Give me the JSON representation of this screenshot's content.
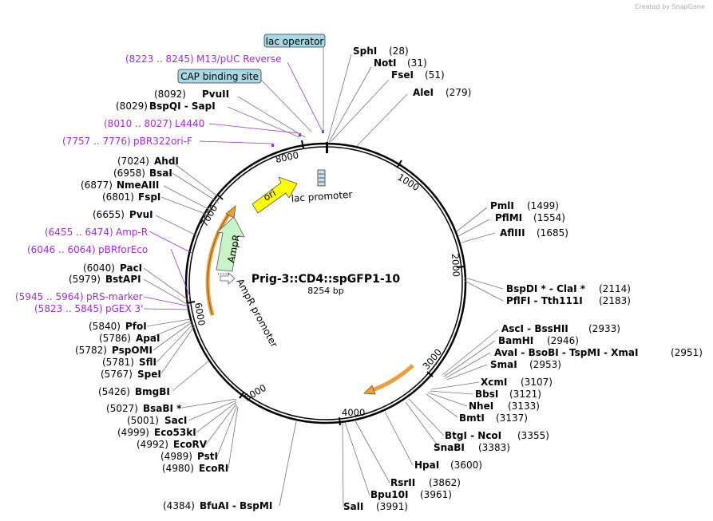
{
  "watermark": "Created by SnapGene",
  "plasmid": {
    "name": "Prig-3::CD4::spGFP1-10",
    "size": "8254 bp"
  },
  "ticks": [
    "1000",
    "2000",
    "3000",
    "4000",
    "5000",
    "6000",
    "7000",
    "8000"
  ],
  "enzymes_right": [
    {
      "name": "SphI",
      "pos": "(28)"
    },
    {
      "name": "NotI",
      "pos": "(31)"
    },
    {
      "name": "FseI",
      "pos": "(51)"
    },
    {
      "name": "AleI",
      "pos": "(279)"
    },
    {
      "name": "PmlI",
      "pos": "(1499)"
    },
    {
      "name": "PflMI",
      "pos": "(1554)"
    },
    {
      "name": "AflIII",
      "pos": "(1685)"
    },
    {
      "name": "BspDI * - ClaI *",
      "pos": "(2114)"
    },
    {
      "name": "PflFI - Tth111I",
      "pos": "(2183)"
    },
    {
      "name": "AscI - BssHII",
      "pos": "(2933)"
    },
    {
      "name": "BamHI",
      "pos": "(2946)"
    },
    {
      "name": "AvaI - BsoBI - TspMI - XmaI",
      "pos": "(2951)"
    },
    {
      "name": "SmaI",
      "pos": "(2953)"
    },
    {
      "name": "XcmI",
      "pos": "(3107)"
    },
    {
      "name": "BbsI",
      "pos": "(3121)"
    },
    {
      "name": "NheI",
      "pos": "(3133)"
    },
    {
      "name": "BmtI",
      "pos": "(3137)"
    },
    {
      "name": "BtgI - NcoI",
      "pos": "(3355)"
    },
    {
      "name": "SnaBI",
      "pos": "(3383)"
    },
    {
      "name": "HpaI",
      "pos": "(3600)"
    },
    {
      "name": "RsrII",
      "pos": "(3862)"
    },
    {
      "name": "Bpu10I",
      "pos": "(3961)"
    },
    {
      "name": "SalI",
      "pos": "(3991)"
    }
  ],
  "enzymes_left": [
    {
      "name": "PvuII",
      "pos": "(8092)"
    },
    {
      "name": "BspQI - SapI",
      "pos": "(8029)"
    },
    {
      "name": "AhdI",
      "pos": "(7024)"
    },
    {
      "name": "BsaI",
      "pos": "(6958)"
    },
    {
      "name": "NmeAIII",
      "pos": "(6877)"
    },
    {
      "name": "FspI",
      "pos": "(6801)"
    },
    {
      "name": "PvuI",
      "pos": "(6655)"
    },
    {
      "name": "PacI",
      "pos": "(6040)"
    },
    {
      "name": "BstAPI",
      "pos": "(5979)"
    },
    {
      "name": "PfoI",
      "pos": "(5840)"
    },
    {
      "name": "ApaI",
      "pos": "(5786)"
    },
    {
      "name": "PspOMI",
      "pos": "(5782)"
    },
    {
      "name": "SflI",
      "pos": "(5781)"
    },
    {
      "name": "SpeI",
      "pos": "(5767)"
    },
    {
      "name": "BmgBI",
      "pos": "(5426)"
    },
    {
      "name": "BsaBI *",
      "pos": "(5027)"
    },
    {
      "name": "SacI",
      "pos": "(5001)"
    },
    {
      "name": "Eco53kI",
      "pos": "(4999)"
    },
    {
      "name": "EcoRV",
      "pos": "(4992)"
    },
    {
      "name": "PstI",
      "pos": "(4989)"
    },
    {
      "name": "EcoRI",
      "pos": "(4980)"
    },
    {
      "name": "BfuAI - BspMI",
      "pos": "(4384)"
    }
  ],
  "primers": [
    {
      "range": "(8223 .. 8245)",
      "name": "M13/pUC Reverse"
    },
    {
      "range": "(8010 .. 8027)",
      "name": "L4440"
    },
    {
      "range": "(7757 .. 7776)",
      "name": "pBR322ori-F"
    },
    {
      "range": "(6455 .. 6474)",
      "name": "Amp-R"
    },
    {
      "range": "(6046 .. 6064)",
      "name": "pBRforEco"
    },
    {
      "range": "(5945 .. 5964)",
      "name": "pRS-marker"
    },
    {
      "range": "(5823 .. 5845)",
      "name": "pGEX 3'"
    }
  ],
  "boxed": [
    "lac operator",
    "CAP binding site"
  ],
  "features": [
    "ori",
    "AmpR",
    "lac promoter",
    "AmpR promoter"
  ],
  "colors": {
    "primer": "#9b30d0",
    "ori": "#ffff00",
    "ampr": "#c8f5c8",
    "badge": "#a8d8e0",
    "orange": "#e8a040"
  }
}
